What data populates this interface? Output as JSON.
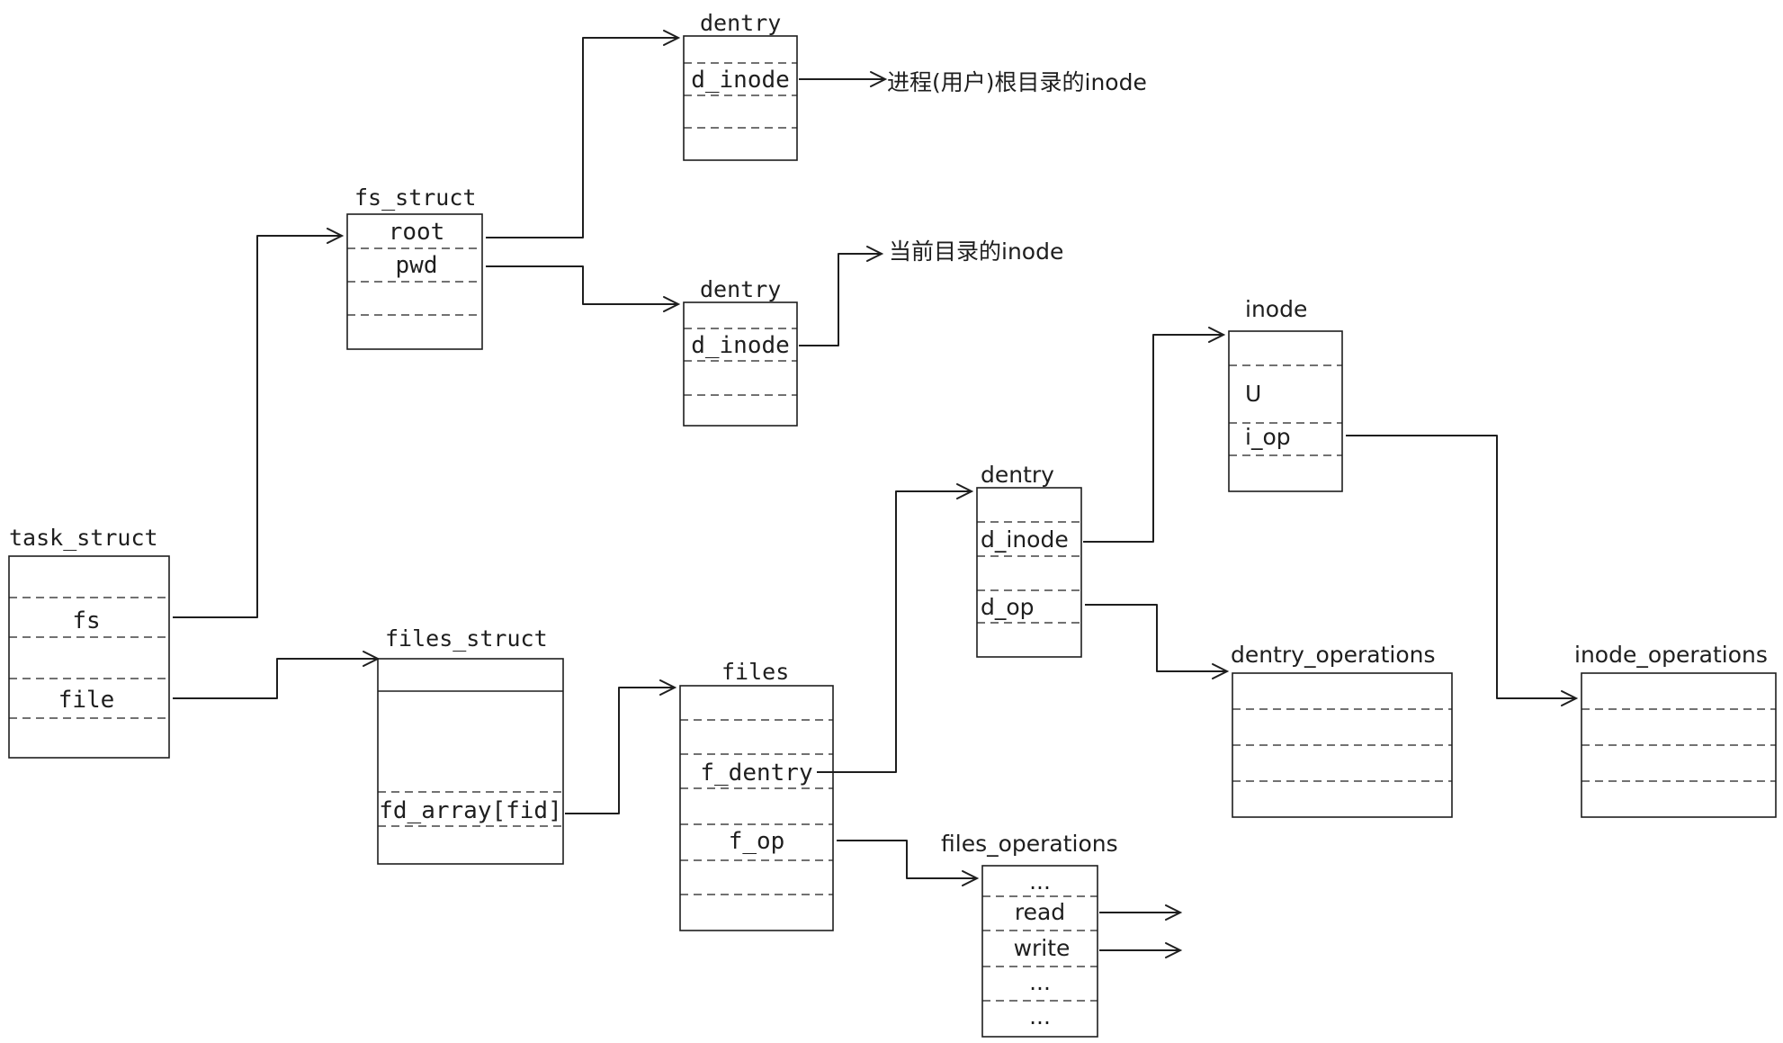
{
  "structs": {
    "task_struct": {
      "title": "task_struct",
      "fs": "fs",
      "file": "file"
    },
    "fs_struct": {
      "title": "fs_struct",
      "root": "root",
      "pwd": "pwd"
    },
    "dentry_root": {
      "title": "dentry",
      "d_inode": "d_inode"
    },
    "dentry_pwd": {
      "title": "dentry",
      "d_inode": "d_inode"
    },
    "files_struct": {
      "title": "files_struct",
      "fd_array": "fd_array[fid]"
    },
    "files": {
      "title": "files",
      "f_dentry": "f_dentry",
      "f_op": "f_op"
    },
    "dentry_file": {
      "title": "dentry",
      "d_inode": "d_inode",
      "d_op": "d_op"
    },
    "inode": {
      "title": "inode",
      "u": "U",
      "i_op": "i_op"
    },
    "dentry_operations": {
      "title": "dentry_operations"
    },
    "inode_operations": {
      "title": "inode_operations"
    },
    "files_operations": {
      "title": "files_operations",
      "slot1": "...",
      "read": "read",
      "write": "write",
      "slot4": "...",
      "slot5": "..."
    }
  },
  "notes": {
    "root_inode": "进程(用户)根目录的inode",
    "pwd_inode": "当前目录的inode"
  }
}
